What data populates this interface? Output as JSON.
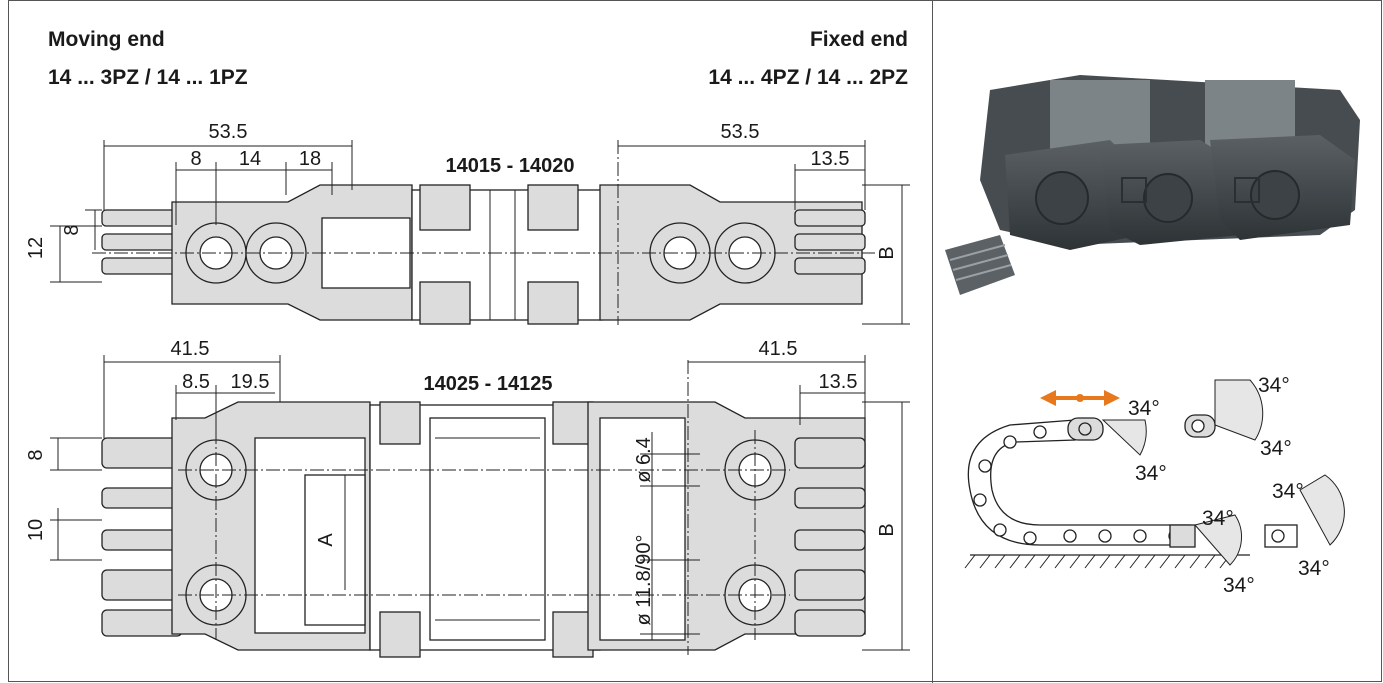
{
  "header": {
    "left_title": "Moving end",
    "left_parts": "14 ... 3PZ / 14 ... 1PZ",
    "right_title": "Fixed end",
    "right_parts": "14 ... 4PZ / 14 ... 2PZ"
  },
  "top_drawing": {
    "series_label": "14015 - 14020",
    "dims": {
      "left_overall": "53.5",
      "left_a": "8",
      "left_b": "14",
      "left_c": "18",
      "left_v1": "8",
      "left_v2": "12",
      "right_overall": "53.5",
      "right_a": "13.5",
      "height_label": "B"
    }
  },
  "bottom_drawing": {
    "series_label": "14025 - 14125",
    "dims": {
      "left_overall": "41.5",
      "left_a": "8.5",
      "left_b": "19.5",
      "left_v1": "8",
      "left_v2": "10",
      "inner_label": "A",
      "hole_small": "ø 6.4",
      "hole_large": "ø 11.8/90°",
      "right_overall": "41.5",
      "right_a": "13.5",
      "height_label": "B"
    }
  },
  "angle_diagram": {
    "angles": [
      "34°",
      "34°",
      "34°",
      "34°",
      "34°",
      "34°",
      "34°",
      "34°"
    ],
    "arrow_color": "#e8781e"
  },
  "colors": {
    "part_fill": "#dcdcdc",
    "line": "#222222",
    "arrow": "#e8781e"
  }
}
